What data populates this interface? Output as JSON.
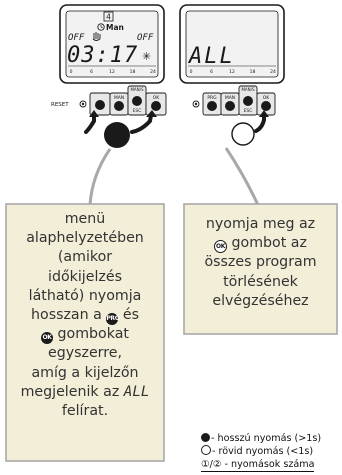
{
  "left_device": {
    "lcd": {
      "day_indicator": "4",
      "mode_label": "Man",
      "left_state": "OFF",
      "right_state": "OFF",
      "time_display": "03:17",
      "scale_ticks": [
        "0",
        "6",
        "12",
        "18",
        "24"
      ]
    },
    "buttons": [
      "PRG",
      "MAN",
      "MAN/S",
      "OK",
      "ESC"
    ],
    "reset_label": "RESET",
    "press_type": "long"
  },
  "right_device": {
    "lcd": {
      "display_text": "ALL",
      "scale_ticks": [
        "0",
        "6",
        "12",
        "18",
        "24"
      ]
    },
    "buttons": [
      "PRG",
      "MAN",
      "MAN/S",
      "OK",
      "ESC"
    ],
    "press_type": "short"
  },
  "left_callout": {
    "line1": "menü",
    "line2": "alaphelyzetében",
    "line3": "(amikor",
    "line4": "időkijelzés",
    "line5_before": "látható) nyomja",
    "line6_before": "hosszan a",
    "line6_icon": "PRG",
    "line6_after": "és",
    "line7_icon": "OK",
    "line7_after": "gombokat",
    "line8": "egyszerre,",
    "line9": "amíg a kijelzőn",
    "line10": "megjelenik az",
    "line10_lcd": "ALL",
    "line11": "felírat."
  },
  "right_callout": {
    "line1": "nyomja meg az",
    "line2_icon": "OK",
    "line2_after": "gombot az",
    "line3": "összes program",
    "line4": "törlésének",
    "line5": "elvégzéséhez"
  },
  "legend": {
    "long_press": "- hosszú nyomás (>1s)",
    "short_press": "- rövid nyomás (<1s)",
    "count_symbols": "①/②",
    "count_label": "-  nyomások száma"
  },
  "colors": {
    "callout_fill": "#f2eed8",
    "stem": "#a8a8a8",
    "lcd_bg": "#f2f2f2",
    "ink": "#1a1a1a",
    "text": "#333333"
  }
}
